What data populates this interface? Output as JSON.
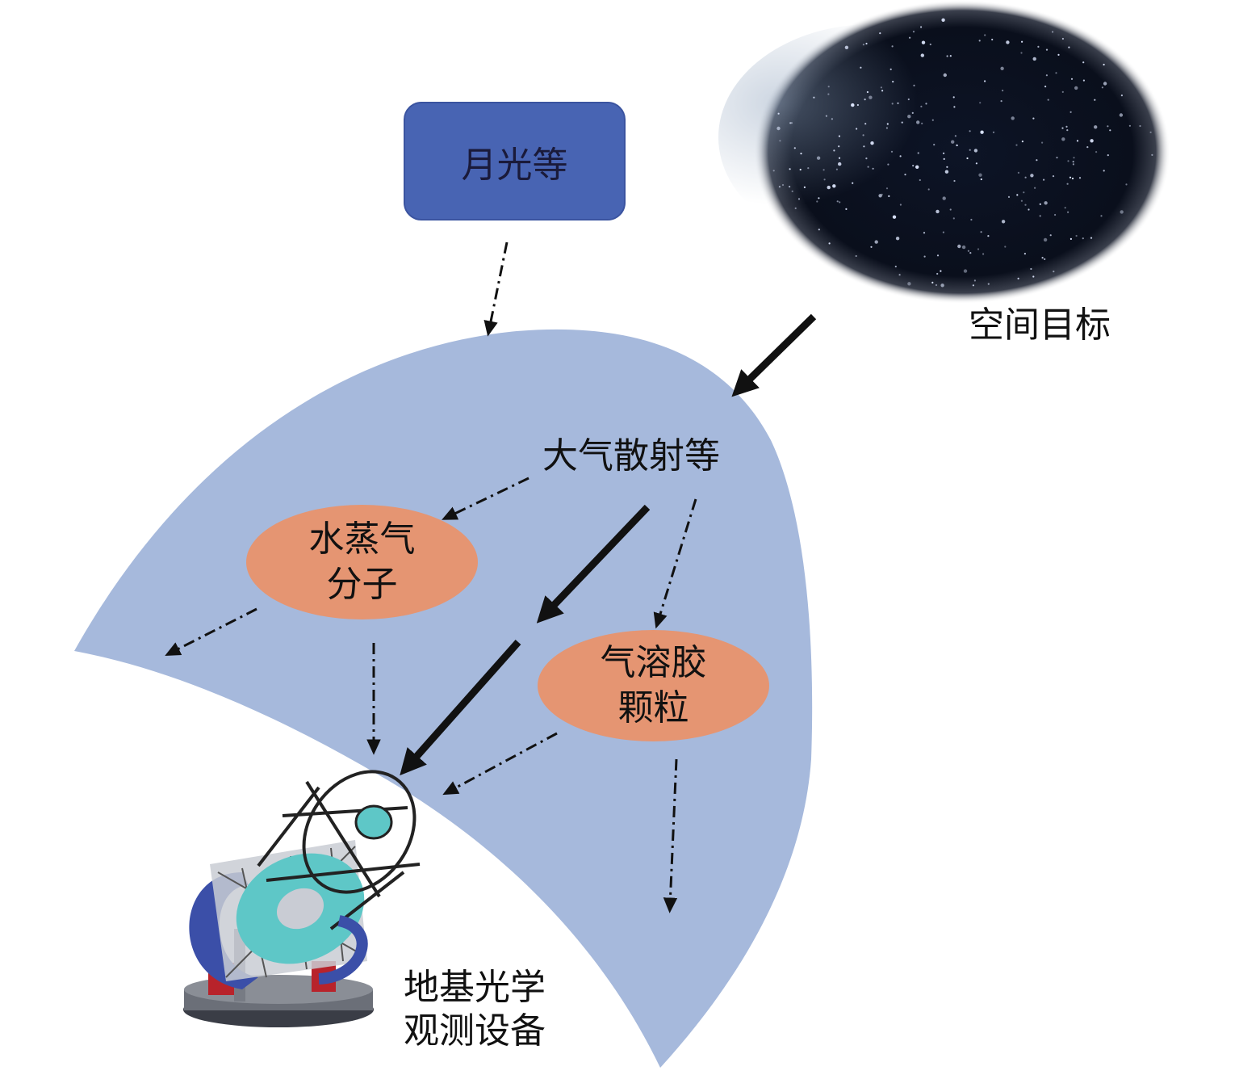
{
  "labels": {
    "moonlight": "月光等",
    "space_target": "空间目标",
    "atmos_scatter": "大气散射等",
    "water_vapor_line1": "水蒸气",
    "water_vapor_line2": "分子",
    "aerosol_line1": "气溶胶",
    "aerosol_line2": "颗粒",
    "ground_line1": "地基光学",
    "ground_line2": "观测设备"
  },
  "colors": {
    "atmosphere": "#a6b9dc",
    "moon_box": "#4864b3",
    "particle": "#e59572",
    "telescope_tube": "#5ec7c7",
    "telescope_mount": "#3b4fa8"
  }
}
